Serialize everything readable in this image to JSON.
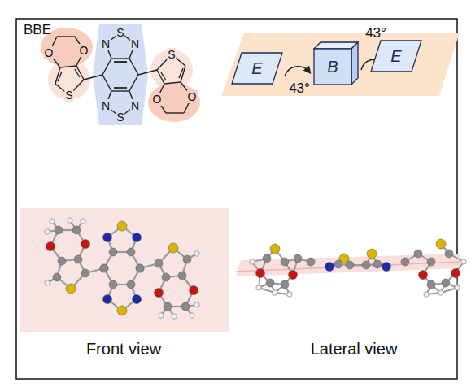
{
  "diagram": {
    "nodes": [
      {
        "text": [
          "E"
        ]
      },
      {
        "text": [
          "B"
        ]
      },
      {
        "text": [
          "E"
        ]
      }
    ],
    "labels": [
      "BBE",
      "O",
      "O",
      "S",
      "N",
      "S",
      "N",
      "N",
      "S",
      "N",
      "S",
      "O",
      "O",
      "43°",
      "43°",
      "Front view",
      "Lateral view"
    ]
  }
}
